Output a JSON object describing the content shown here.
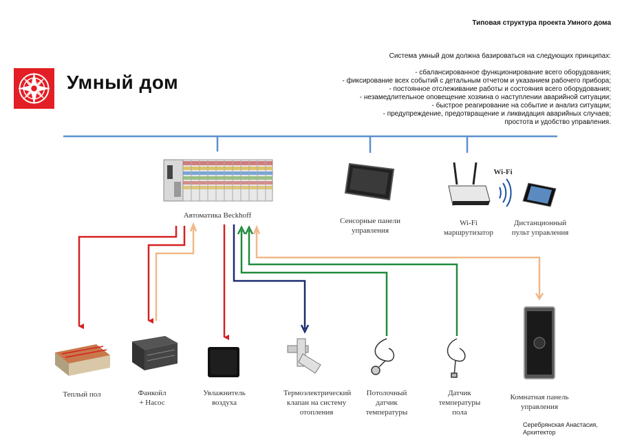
{
  "header": {
    "doc_title": "Типовая структура проекта Умного дома",
    "main_title": "Умный дом"
  },
  "principles": {
    "intro": "Система умный дом должна базироваться на следующих принципах:",
    "items": [
      "- сбалансированное функционирование всего оборудования;",
      "- фиксирование всех событий с детальным отчетом и указанием рабочего прибора;",
      "- постоянное отслеживание работы и состояния всего оборудования;",
      "- незамедлительное оповещение хозяина о наступлении аварийной ситуации;",
      "- быстрое реагирование на событие и анализ ситуации;",
      "- предупреждение, предотвращение и ликвидация аварийных случаев;",
      "простота и удобство управления."
    ]
  },
  "top_devices": {
    "beckhoff": "Автоматика Beckhoff",
    "sensor_panel": "Сенсорные панели управления",
    "wifi_router": "Wi-Fi маршрутизатор",
    "wifi_label": "Wi-Fi",
    "remote": "Дистанционный пульт управления"
  },
  "bottom_devices": {
    "floor": "Теплый пол",
    "fancoil": "Фанкойл + Насос",
    "humidifier": "Увлажнитель воздуха",
    "valve": "Термоэлектрический клапан на систему отопления",
    "ceiling_sensor": "Потолочный датчик температуры",
    "floor_sensor": "Датчик температуры пола",
    "room_panel": "Комнатная панель управления"
  },
  "author": {
    "name": "Серебрянская Анастасия,",
    "role": "Архитектор"
  },
  "colors": {
    "bus": "#5b8fd0",
    "red": "#d42020",
    "peach": "#f0b888",
    "green": "#1e8a3a",
    "navy": "#1a2a6e",
    "logo": "#e31e24"
  }
}
